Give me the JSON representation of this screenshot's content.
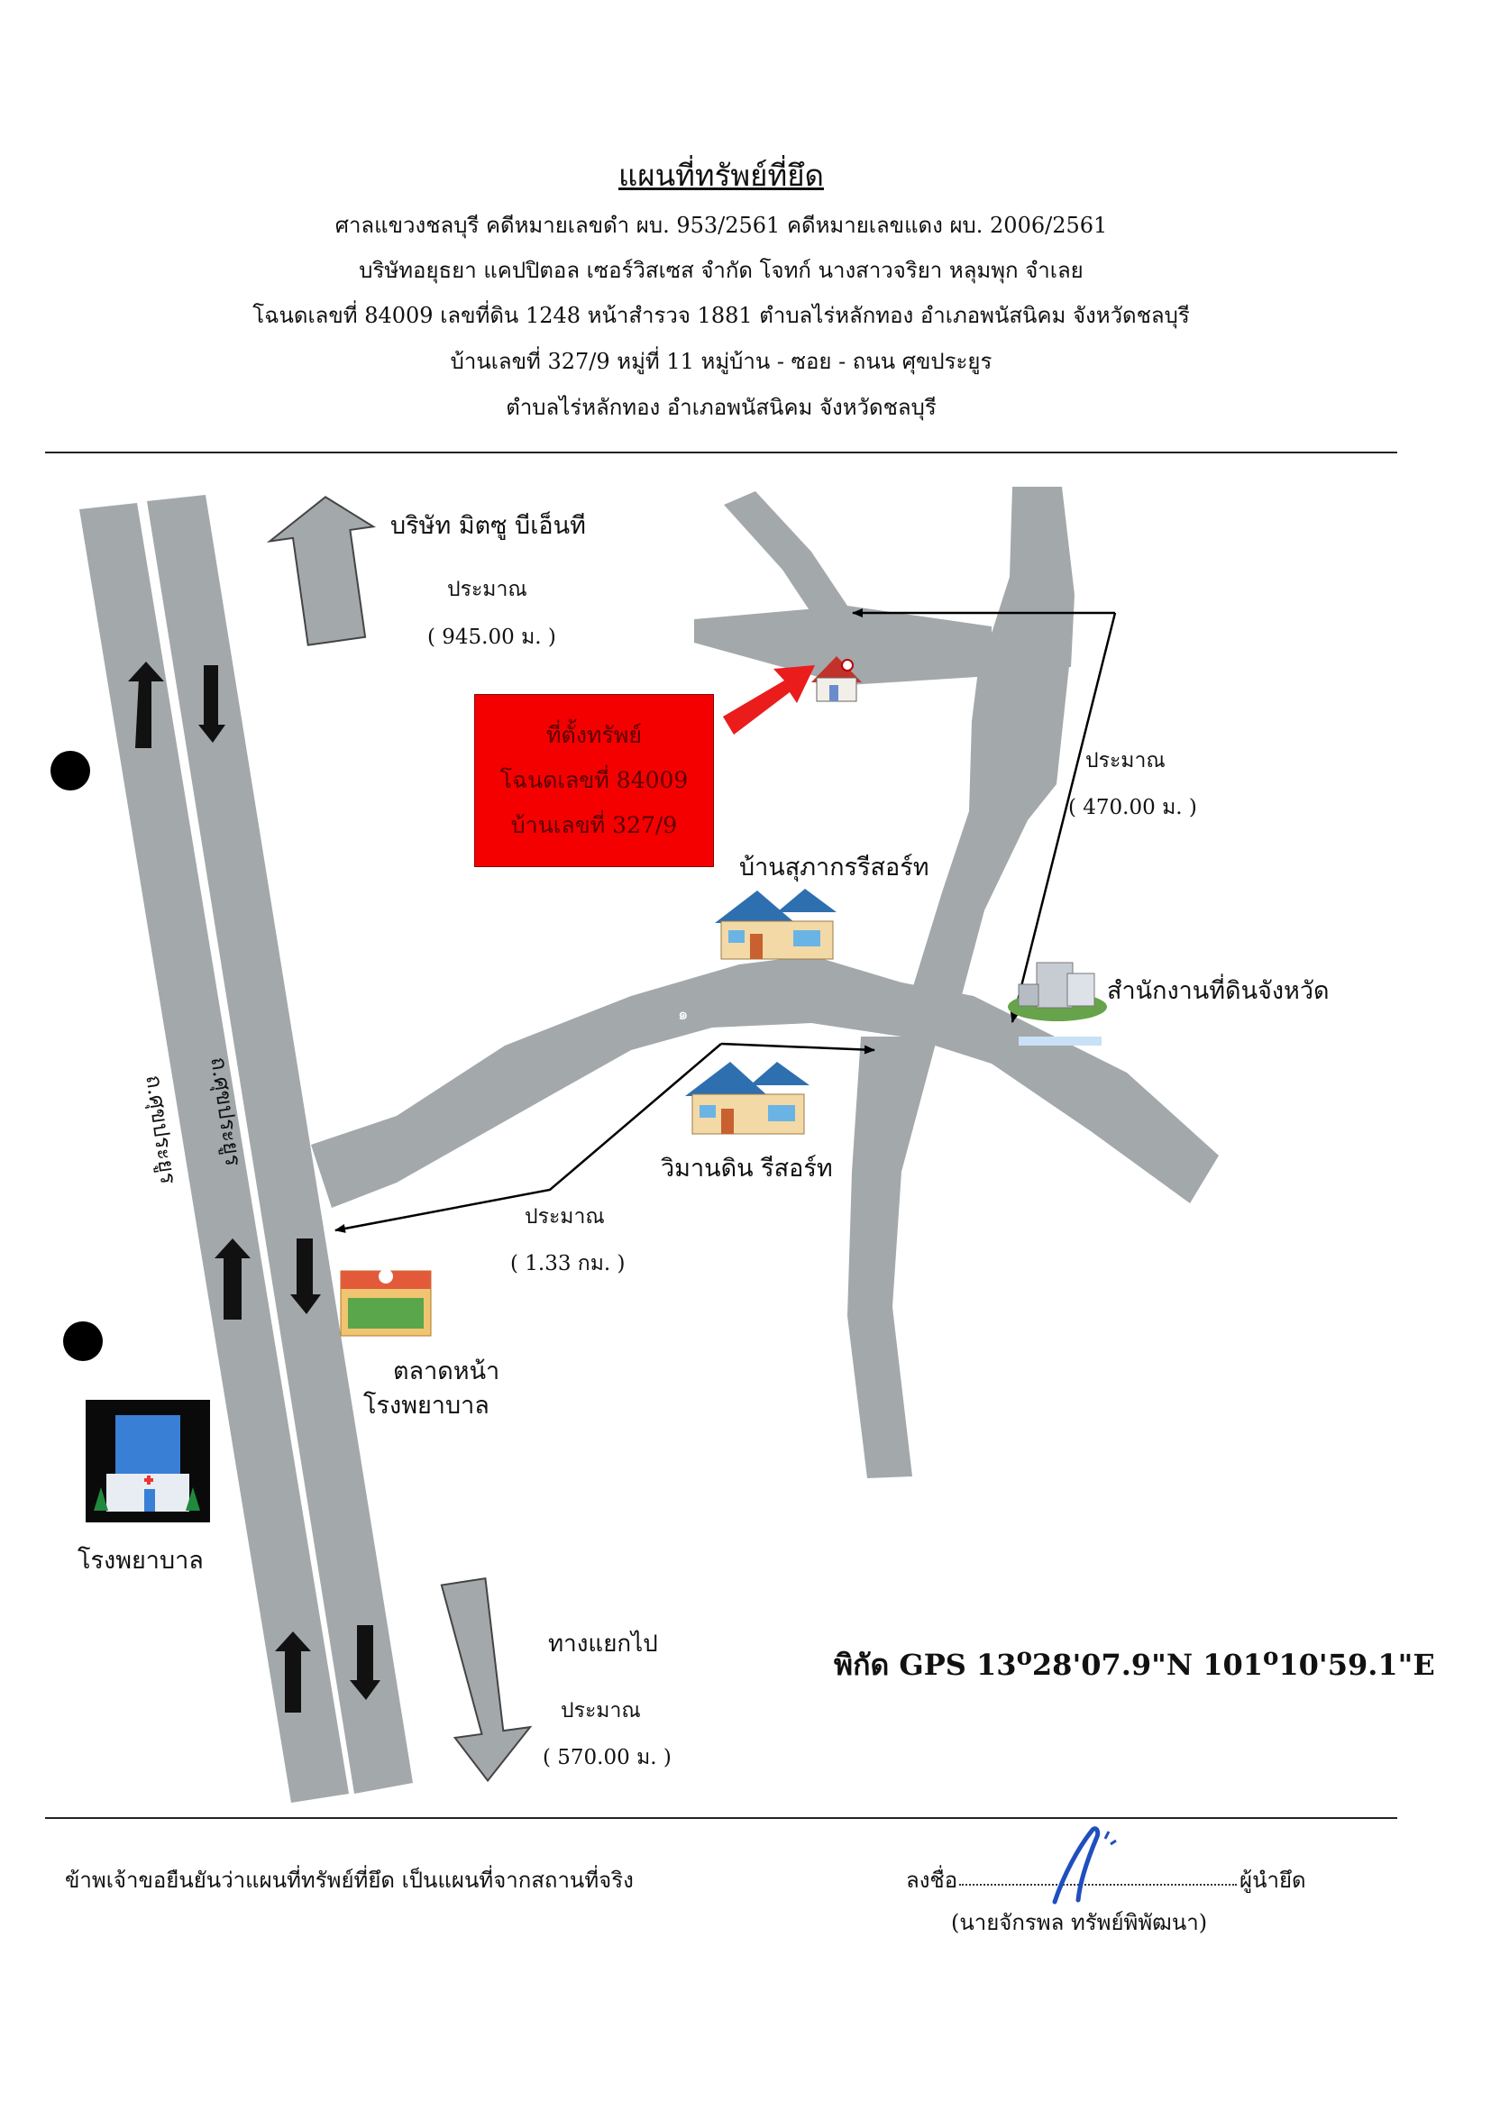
{
  "header": {
    "title": "แผนที่ทรัพย์ที่ยึด",
    "line1": "ศาลแขวงชลบุรี คดีหมายเลขดำ ผบ. 953/2561  คดีหมายเลขแดง ผบ. 2006/2561",
    "line2": "บริษัทอยุธยา แคปปิตอล เซอร์วิสเซส จำกัด โจทก์  นางสาวจริยา หลุมพุก จำเลย",
    "line3": "โฉนดเลขที่ 84009  เลขที่ดิน 1248 หน้าสำรวจ 1881  ตำบลไร่หลักทอง  อำเภอพนัสนิคม  จังหวัดชลบุรี",
    "line4": "บ้านเลขที่  327/9   หมู่ที่ 11   หมู่บ้าน -   ซอย -   ถนน ศุขประยูร",
    "line5": "ตำบลไร่หลักทอง  อำเภอพนัสนิคม  จังหวัดชลบุรี"
  },
  "map": {
    "road_name_1": "ถ.ศุขประยูร",
    "road_name_2": "ถ.ศุขประยูร",
    "top_destination": {
      "name": "บริษัท มิตซู บีเอ็นที",
      "approx": "ประมาณ",
      "distance": "( 945.00 ม. )"
    },
    "property_box": {
      "line1": "ที่ตั้งทรัพย์",
      "line2": "โฉนดเลขที่ 84009",
      "line3": "บ้านเลขที่  327/9"
    },
    "right_distance": {
      "approx": "ประมาณ",
      "distance": "( 470.00 ม. )"
    },
    "landmark_resort_1": "บ้านสุภากรรีสอร์ท",
    "landmark_land_office": "สำนักงานที่ดินจังหวัด",
    "landmark_resort_2": "วิมานดิน รีสอร์ท",
    "middle_distance": {
      "approx": "ประมาณ",
      "distance": "( 1.33 กม. )"
    },
    "landmark_market_1": "ตลาดหน้า",
    "landmark_market_2": "โรงพยาบาล",
    "landmark_hospital": "โรงพยาบาล",
    "bottom_destination": {
      "name": "ทางแยกไป",
      "approx": "ประมาณ",
      "distance": "( 570.00 ม. )"
    },
    "road_mark": "๑",
    "gps_label": "พิกัด GPS",
    "gps_lat_deg": "13",
    "gps_lat_rest": "28'07.9\"N",
    "gps_lon_deg": "101",
    "gps_lon_rest": "10'59.1\"E",
    "colors": {
      "road": "#a3a8ab",
      "property_box": "#f40000",
      "pointer_arrow": "#ea1c1c",
      "hospital_tile": "#0a0a0a"
    }
  },
  "footer": {
    "declaration": "ข้าพเจ้าขอยืนยันว่าแผนที่ทรัพย์ที่ยึด เป็นแผนที่จากสถานที่จริง",
    "sign_label": "ลงชื่อ",
    "role": "ผู้นำยึด",
    "name": "(นายจักรพล    ทรัพย์พิพัฒนา)"
  }
}
